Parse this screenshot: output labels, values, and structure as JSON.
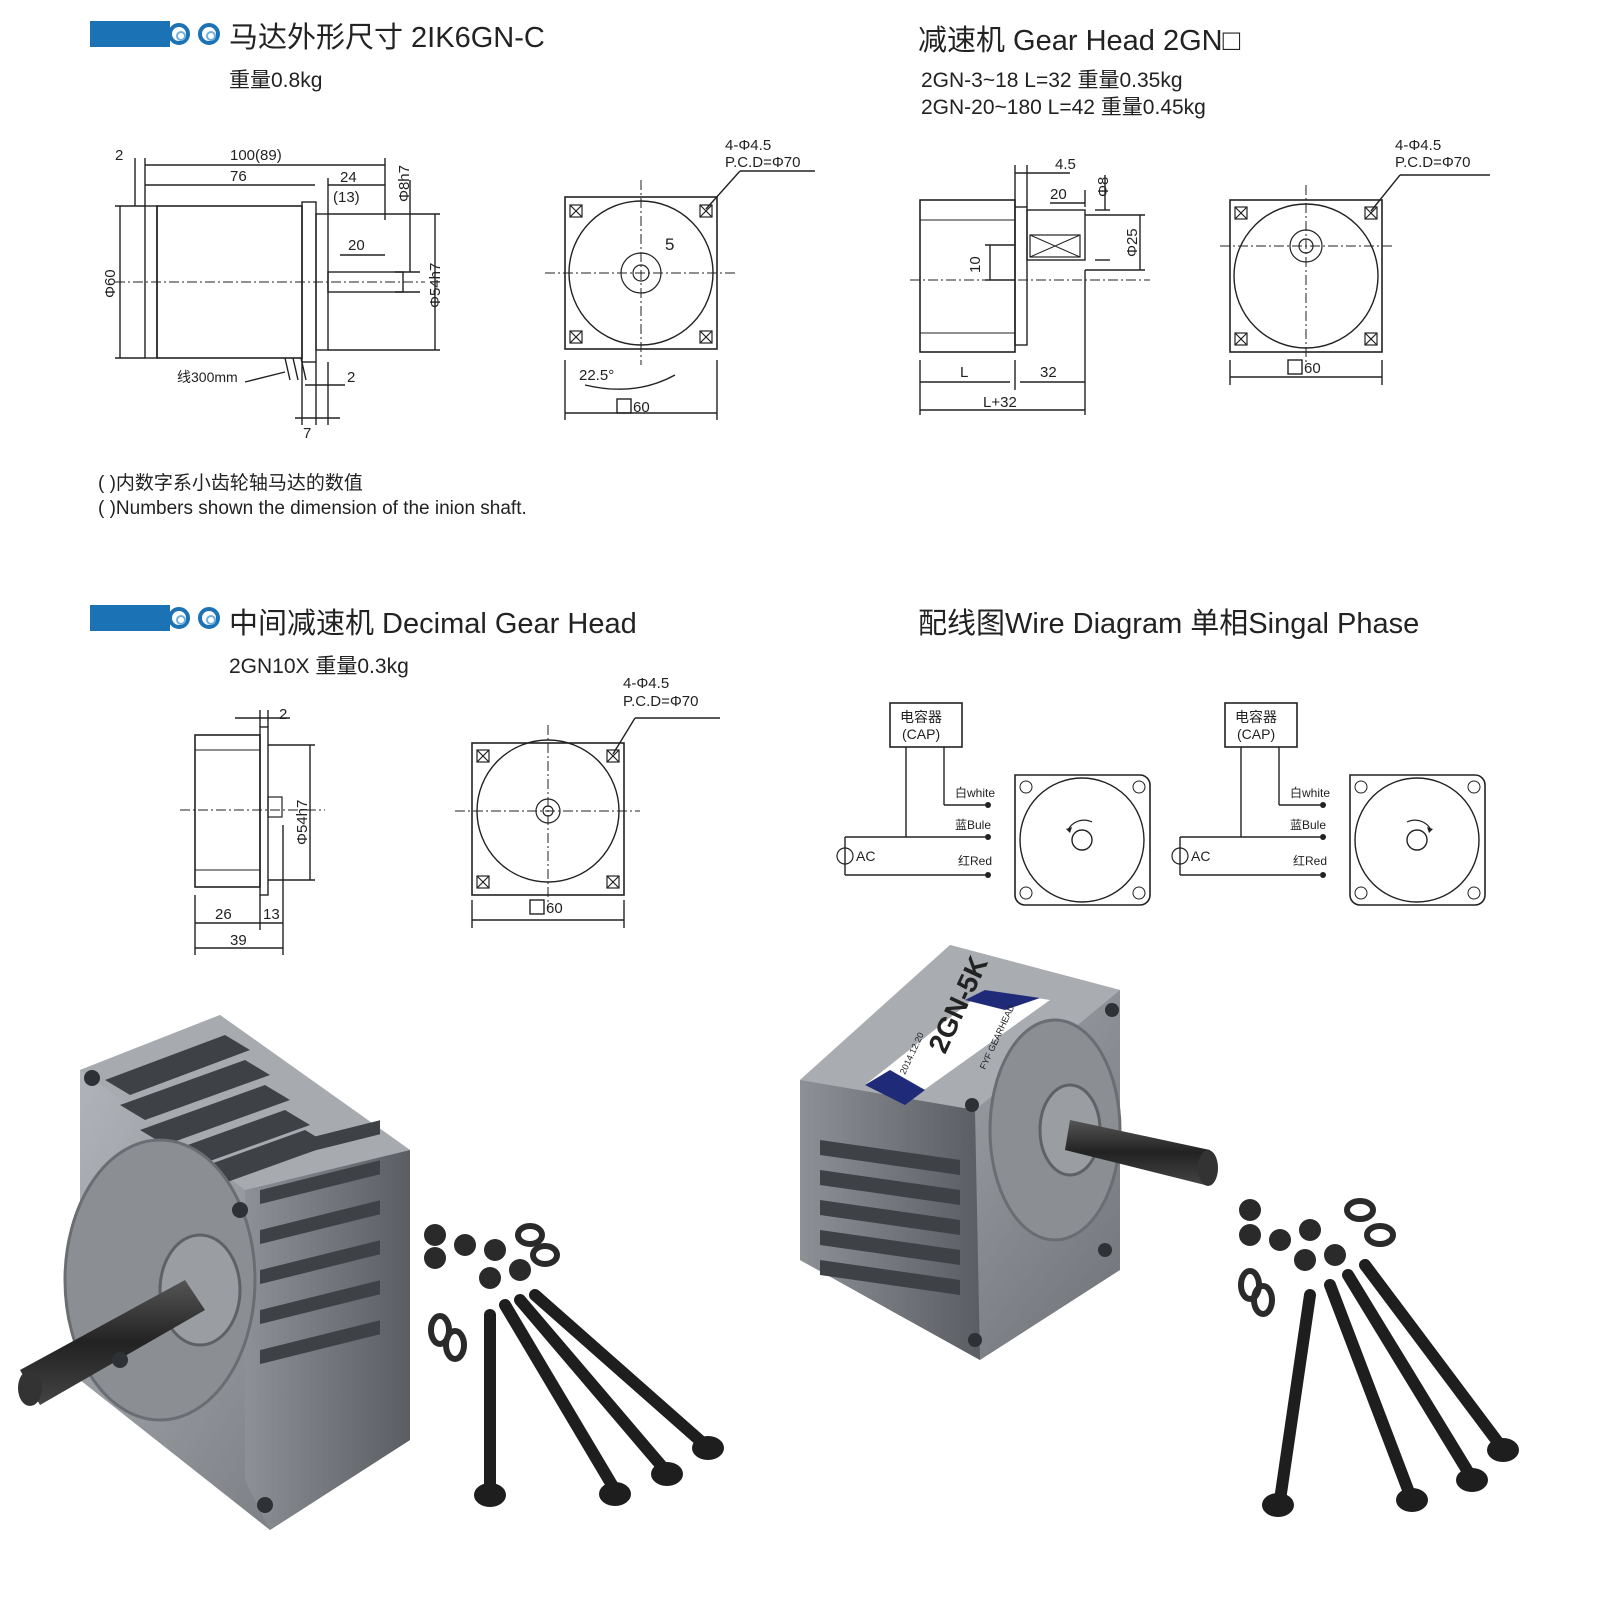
{
  "motor_section": {
    "title": "马达外形尺寸 2IK6GN-C",
    "weight": "重量0.8kg",
    "dims": {
      "two": "2",
      "total": "100(89)",
      "body": "76",
      "front": "24",
      "front_alt": "(13)",
      "shaft_d": "Φ8h7",
      "shaft_len": "20",
      "body_d": "Φ60",
      "pilot_d": "Φ54h7",
      "lead": "线300mm",
      "two_b": "2",
      "seven": "7"
    },
    "front_view": {
      "holes": "4-Φ4.5",
      "pcd": "P.C.D=Φ70",
      "five": "5",
      "angle": "22.5°",
      "square": "60"
    },
    "notes": [
      "(      )内数字系小齿轮轴马达的数值",
      "(      )Numbers shown the dimension of the inion shaft."
    ]
  },
  "gear_section": {
    "title": "减速机 Gear Head 2GN□",
    "lines": [
      "2GN-3~18 L=32   重量0.35kg",
      "2GN-20~180 L=42   重量0.45kg"
    ],
    "dims": {
      "four_five": "4.5",
      "twenty": "20",
      "phi8": "Φ8",
      "phi25": "Φ25",
      "ten": "10",
      "L": "L",
      "thirty_two": "32",
      "Lplus": "L+32"
    },
    "front_view": {
      "holes": "4-Φ4.5",
      "pcd": "P.C.D=Φ70",
      "square": "60"
    }
  },
  "decimal_section": {
    "title": "中间减速机  Decimal Gear Head",
    "subtitle": "2GN10X   重量0.3kg",
    "dims": {
      "two": "2",
      "pilot": "Φ54h7",
      "twenty_six": "26",
      "thirteen": "13",
      "thirty_nine": "39"
    },
    "front_view": {
      "holes": "4-Φ4.5",
      "pcd": "P.C.D=Φ70",
      "square": "60"
    }
  },
  "wire_section": {
    "title": "配线图Wire Diagram    单相Singal Phase",
    "cap_cn": "电容器",
    "cap_en": "(CAP)",
    "white": "白white",
    "blue": "蓝Bule",
    "red": "红Red",
    "ac": "AC"
  },
  "photos": {
    "label_model": "2GN-5K",
    "label_date": "2014.12.20",
    "label_brand": "FYF GEARHEAD"
  },
  "colors": {
    "accent": "#1b72b5",
    "metal": "#8d9196",
    "metal_dark": "#5a5e63",
    "label_blue": "#1f2a78"
  }
}
